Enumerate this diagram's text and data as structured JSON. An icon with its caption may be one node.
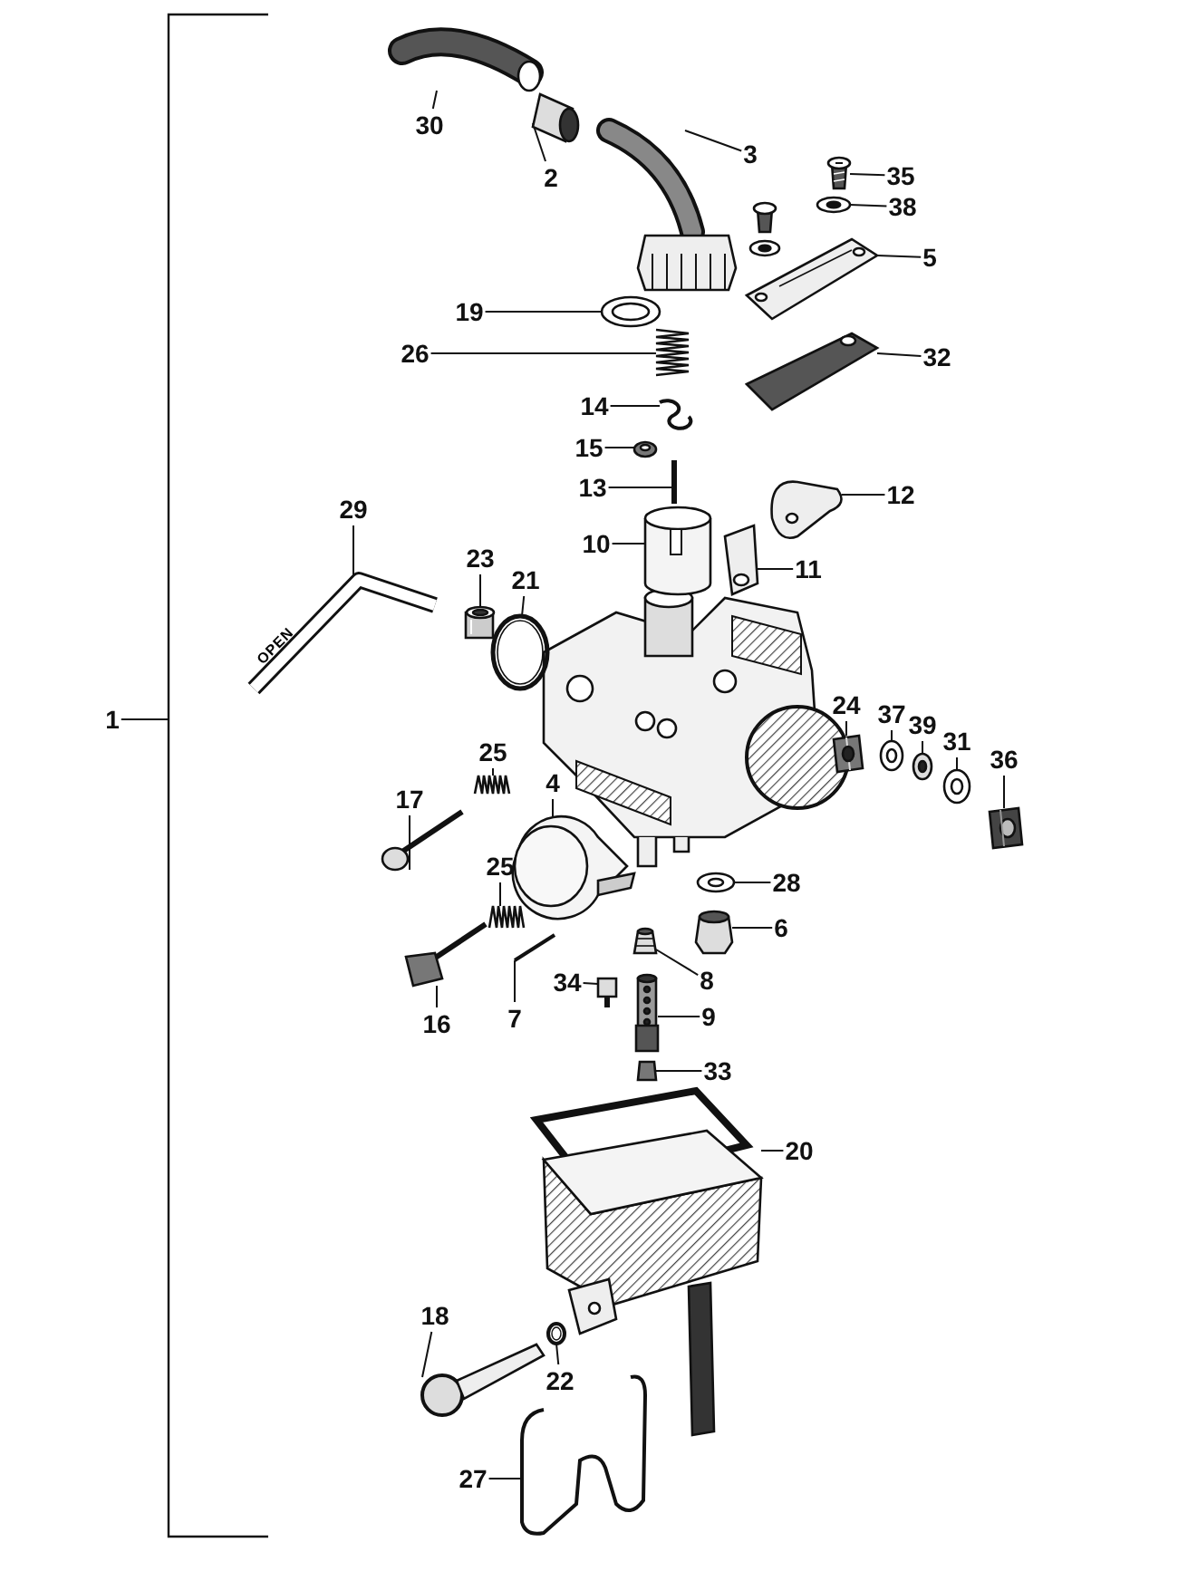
{
  "diagram": {
    "nodes": [
      {
        "text": [
          "30"
        ]
      },
      {
        "text": [
          "2"
        ]
      },
      {
        "text": [
          "3"
        ]
      },
      {
        "text": [
          "35"
        ]
      },
      {
        "text": [
          "38"
        ]
      },
      {
        "text": [
          "5"
        ]
      },
      {
        "text": [
          "19"
        ]
      },
      {
        "text": [
          "26"
        ]
      },
      {
        "text": [
          "32"
        ]
      },
      {
        "text": [
          "14"
        ]
      },
      {
        "text": [
          "15"
        ]
      },
      {
        "text": [
          "13"
        ]
      },
      {
        "text": [
          "12"
        ]
      },
      {
        "text": [
          "10"
        ]
      },
      {
        "text": [
          "11"
        ]
      },
      {
        "text": [
          "29"
        ]
      },
      {
        "text": [
          "23"
        ]
      },
      {
        "text": [
          "21"
        ]
      },
      {
        "text": [
          "1"
        ]
      },
      {
        "text": [
          "24"
        ]
      },
      {
        "text": [
          "37"
        ]
      },
      {
        "text": [
          "39"
        ]
      },
      {
        "text": [
          "31"
        ]
      },
      {
        "text": [
          "36"
        ]
      },
      {
        "text": [
          "25"
        ]
      },
      {
        "text": [
          "17"
        ]
      },
      {
        "text": [
          "4"
        ]
      },
      {
        "text": [
          "25"
        ]
      },
      {
        "text": [
          "28"
        ]
      },
      {
        "text": [
          "6"
        ]
      },
      {
        "text": [
          "8"
        ]
      },
      {
        "text": [
          "34"
        ]
      },
      {
        "text": [
          "16"
        ]
      },
      {
        "text": [
          "7"
        ]
      },
      {
        "text": [
          "9"
        ]
      },
      {
        "text": [
          "33"
        ]
      },
      {
        "text": [
          "20"
        ]
      },
      {
        "text": [
          "18"
        ]
      },
      {
        "text": [
          "22"
        ]
      },
      {
        "text": [
          "27"
        ]
      },
      {
        "text": [],
        "shape": "picture"
      },
      {
        "text": [],
        "shape": "picture"
      },
      {
        "text": [],
        "shape": "picture"
      },
      {
        "text": [],
        "shape": "picture"
      },
      {
        "text": [],
        "shape": "picture"
      },
      {
        "text": [],
        "shape": "picture"
      },
      {
        "text": [],
        "shape": "picture"
      },
      {
        "text": [],
        "shape": "picture"
      },
      {
        "text": [],
        "shape": "picture"
      },
      {
        "text": [],
        "shape": "picture"
      },
      {
        "text": [],
        "shape": "picture"
      },
      {
        "text": [],
        "shape": "picture"
      },
      {
        "text": [],
        "shape": "picture"
      },
      {
        "text": [],
        "shape": "picture"
      },
      {
        "text": [],
        "shape": "picture"
      },
      {
        "text": [],
        "shape": "picture"
      },
      {
        "text": [],
        "shape": "picture"
      },
      {
        "text": [],
        "shape": "picture"
      },
      {
        "text": [],
        "shape": "bracket"
      },
      {
        "text": [],
        "shape": "picture"
      },
      {
        "text": [],
        "shape": "picture"
      },
      {
        "text": [],
        "shape": "picture"
      },
      {
        "text": [],
        "shape": "picture"
      },
      {
        "text": [],
        "shape": "picture"
      },
      {
        "text": [],
        "shape": "picture"
      },
      {
        "text": [],
        "shape": "picture"
      },
      {
        "text": [],
        "shape": "picture"
      },
      {
        "text": [],
        "shape": "picture"
      },
      {
        "text": [],
        "shape": "picture"
      },
      {
        "text": [],
        "shape": "picture"
      },
      {
        "text": [],
        "shape": "picture"
      },
      {
        "text": [],
        "shape": "picture"
      },
      {
        "text": [],
        "shape": "picture"
      },
      {
        "text": [],
        "shape": "picture"
      },
      {
        "text": [],
        "shape": "picture"
      },
      {
        "text": [],
        "shape": "picture"
      },
      {
        "text": [],
        "shape": "picture"
      },
      {
        "text": [],
        "shape": "picture"
      },
      {
        "text": [],
        "shape": "picture"
      },
      {
        "text": [],
        "shape": "picture"
      }
    ],
    "edges": [
      {
        "from": 0,
        "to": 40,
        "arrow": "none"
      },
      {
        "from": 1,
        "to": 41,
        "arrow": "none"
      },
      {
        "from": 2,
        "to": 42,
        "arrow": "none"
      },
      {
        "from": 3,
        "to": 43,
        "arrow": "none"
      },
      {
        "from": 4,
        "to": 44,
        "arrow": "none"
      },
      {
        "from": 5,
        "to": 45,
        "arrow": "none"
      },
      {
        "from": 6,
        "to": 46,
        "arrow": "none"
      },
      {
        "from": 7,
        "to": 47,
        "arrow": "none"
      },
      {
        "from": 8,
        "to": 48,
        "arrow": "none"
      },
      {
        "from": 9,
        "to": 49,
        "arrow": "none"
      },
      {
        "from": 10,
        "to": 50,
        "arrow": "none"
      },
      {
        "from": 11,
        "to": 51,
        "arrow": "none"
      },
      {
        "from": 12,
        "to": 52,
        "arrow": "none"
      },
      {
        "from": 13,
        "to": 53,
        "arrow": "none"
      },
      {
        "from": 14,
        "to": 54,
        "arrow": "none"
      },
      {
        "from": 15,
        "to": 55,
        "arrow": "none"
      },
      {
        "from": 16,
        "to": 56,
        "arrow": "none"
      },
      {
        "from": 17,
        "to": 57,
        "arrow": "none"
      },
      {
        "from": 18,
        "to": 58,
        "arrow": "none"
      },
      {
        "from": 19,
        "to": 59,
        "arrow": "none"
      },
      {
        "from": 20,
        "to": 60,
        "arrow": "none"
      },
      {
        "from": 21,
        "to": 61,
        "arrow": "none"
      },
      {
        "from": 22,
        "to": 62,
        "arrow": "none"
      },
      {
        "from": 23,
        "to": 63,
        "arrow": "none"
      },
      {
        "from": 24,
        "to": 64,
        "arrow": "none"
      },
      {
        "from": 25,
        "to": 65,
        "arrow": "none"
      },
      {
        "from": 26,
        "to": 66,
        "arrow": "none"
      },
      {
        "from": 27,
        "to": 67,
        "arrow": "none"
      },
      {
        "from": 28,
        "to": 68,
        "arrow": "none"
      },
      {
        "from": 29,
        "to": 69,
        "arrow": "none"
      },
      {
        "from": 30,
        "to": 70,
        "arrow": "none"
      },
      {
        "from": 31,
        "to": 71,
        "arrow": "none"
      },
      {
        "from": 32,
        "to": 72,
        "arrow": "none"
      },
      {
        "from": 33,
        "to": 73,
        "arrow": "none"
      },
      {
        "from": 34,
        "to": 74,
        "arrow": "none"
      },
      {
        "from": 35,
        "to": 75,
        "arrow": "none"
      },
      {
        "from": 36,
        "to": 76,
        "arrow": "none"
      },
      {
        "from": 37,
        "to": 77,
        "arrow": "none"
      },
      {
        "from": 38,
        "to": 78,
        "arrow": "none"
      },
      {
        "from": 39,
        "to": 79,
        "arrow": "none"
      }
    ],
    "labels": [
      "OPEN"
    ]
  }
}
